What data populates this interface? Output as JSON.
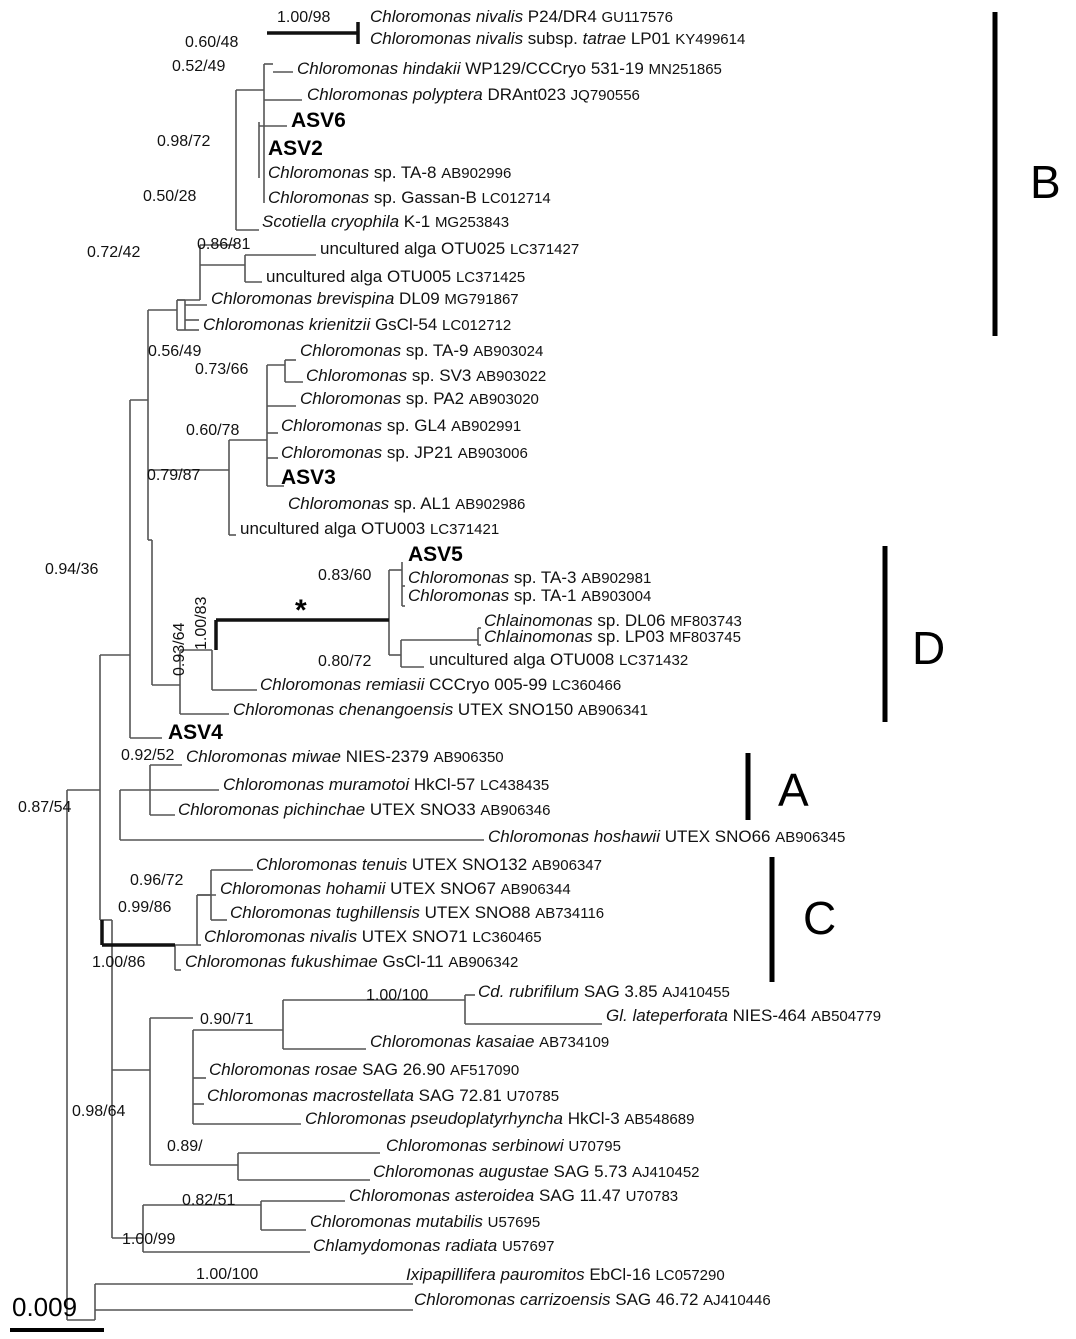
{
  "taxa": [
    {
      "genus": "Chloromonas",
      "epithet": "nivalis",
      "strain": "P24/DR4",
      "accession": "GU117576"
    },
    {
      "genus": "Chloromonas",
      "epithet": "nivalis",
      "subsp": "subsp.",
      "subsp_epithet": "tatrae",
      "strain": "LP01",
      "accession": "KY499614"
    },
    {
      "genus": "Chloromonas",
      "epithet": "hindakii",
      "strain": "WP129/CCCryo 531-19",
      "accession": "MN251865"
    },
    {
      "genus": "Chloromonas",
      "epithet": "polyptera",
      "strain": "DRAnt023",
      "accession": "JQ790556"
    },
    {
      "asv": "ASV6"
    },
    {
      "asv": "ASV2"
    },
    {
      "genus": "Chloromonas",
      "sp": "sp.",
      "strain": "TA-8",
      "accession": "AB902996"
    },
    {
      "genus": "Chloromonas",
      "sp": "sp.",
      "strain": "Gassan-B",
      "accession": "LC012714"
    },
    {
      "genus": "Scotiella",
      "epithet": "cryophila",
      "strain": "K-1",
      "accession": "MG253843"
    },
    {
      "plain": "uncultured alga OTU025",
      "accession": "LC371427"
    },
    {
      "plain": "uncultured alga OTU005",
      "accession": "LC371425"
    },
    {
      "genus": "Chloromonas",
      "epithet": "brevispina",
      "strain": "DL09",
      "accession": "MG791867"
    },
    {
      "genus": "Chloromonas",
      "epithet": "krienitzii",
      "strain": "GsCl-54",
      "accession": "LC012712"
    },
    {
      "genus": "Chloromonas",
      "sp": "sp.",
      "strain": "TA-9",
      "accession": "AB903024"
    },
    {
      "genus": "Chloromonas",
      "sp": "sp.",
      "strain": "SV3",
      "accession": "AB903022"
    },
    {
      "genus": "Chloromonas",
      "sp": "sp.",
      "strain": "PA2",
      "accession": "AB903020"
    },
    {
      "genus": "Chloromonas",
      "sp": "sp.",
      "strain": "GL4",
      "accession": "AB902991"
    },
    {
      "genus": "Chloromonas",
      "sp": "sp.",
      "strain": "JP21",
      "accession": "AB903006"
    },
    {
      "asv": "ASV3"
    },
    {
      "genus": "Chloromonas",
      "sp": "sp.",
      "strain": "AL1",
      "accession": "AB902986"
    },
    {
      "plain": "uncultured alga OTU003",
      "accession": "LC371421"
    },
    {
      "asv": "ASV5"
    },
    {
      "genus": "Chloromonas",
      "sp": "sp.",
      "strain": "TA-3",
      "accession": "AB902981"
    },
    {
      "genus": "Chloromonas",
      "sp": "sp.",
      "strain": "TA-1",
      "accession": "AB903004"
    },
    {
      "genus": "Chlainomonas",
      "sp": "sp.",
      "strain": "DL06",
      "accession": "MF803743"
    },
    {
      "genus": "Chlainomonas",
      "sp": "sp.",
      "strain": "LP03",
      "accession": "MF803745"
    },
    {
      "plain": "uncultured alga OTU008",
      "accession": "LC371432"
    },
    {
      "genus": "Chloromonas",
      "epithet": "remiasii",
      "strain": "CCCryo 005-99",
      "accession": "LC360466"
    },
    {
      "genus": "Chloromonas",
      "epithet": "chenangoensis",
      "strain": "UTEX SNO150",
      "accession": "AB906341"
    },
    {
      "asv": "ASV4"
    },
    {
      "genus": "Chloromonas",
      "epithet": "miwae",
      "strain": "NIES-2379",
      "accession": "AB906350"
    },
    {
      "genus": "Chloromonas",
      "epithet": "muramotoi",
      "strain": "HkCl-57",
      "accession": "LC438435"
    },
    {
      "genus": "Chloromonas",
      "epithet": "pichinchae",
      "strain": "UTEX SNO33",
      "accession": "AB906346"
    },
    {
      "genus": "Chloromonas",
      "epithet": "hoshawii",
      "strain": "UTEX SNO66",
      "accession": "AB906345"
    },
    {
      "genus": "Chloromonas",
      "epithet": "tenuis",
      "strain": "UTEX SNO132",
      "accession": "AB906347"
    },
    {
      "genus": "Chloromonas",
      "epithet": "hohamii",
      "strain": "UTEX SNO67",
      "accession": "AB906344"
    },
    {
      "genus": "Chloromonas",
      "epithet": "tughillensis",
      "strain": "UTEX SNO88",
      "accession": "AB734116"
    },
    {
      "genus": "Chloromonas",
      "epithet": "nivalis",
      "strain": "UTEX SNO71",
      "accession": "LC360465"
    },
    {
      "genus": "Chloromonas",
      "epithet": "fukushimae",
      "strain": "GsCl-11",
      "accession": "AB906342"
    },
    {
      "genus": "Cd.",
      "epithet": "rubrifilum",
      "strain": "SAG 3.85",
      "accession": "AJ410455"
    },
    {
      "genus": "Gl.",
      "epithet": "lateperforata",
      "strain": "NIES-464",
      "accession": "AB504779"
    },
    {
      "genus": "Chloromonas",
      "epithet": "kasaiae",
      "accession": "AB734109"
    },
    {
      "genus": "Chloromonas",
      "epithet": "rosae",
      "strain": "SAG 26.90",
      "accession": "AF517090"
    },
    {
      "genus": "Chloromonas",
      "epithet": "macrostellata",
      "strain": "SAG 72.81",
      "accession": "U70785"
    },
    {
      "genus": "Chloromonas",
      "epithet": "pseudoplatyrhyncha",
      "strain": "HkCl-3",
      "accession": "AB548689"
    },
    {
      "genus": "Chloromonas",
      "epithet": "serbinowi",
      "accession": "U70795"
    },
    {
      "genus": "Chloromonas",
      "epithet": "augustae",
      "strain": "SAG 5.73",
      "accession": "AJ410452"
    },
    {
      "genus": "Chloromonas",
      "epithet": "asteroidea",
      "strain": "SAG 11.47",
      "accession": "U70783"
    },
    {
      "genus": "Chloromonas",
      "epithet": "mutabilis",
      "accession": "U57695"
    },
    {
      "genus": "Chlamydomonas",
      "epithet": "radiata",
      "accession": "U57697"
    },
    {
      "genus": "Ixipapillifera",
      "epithet": "pauromitos",
      "strain": "EbCl-16",
      "accession": "LC057290"
    },
    {
      "genus": "Chloromonas",
      "epithet": "carrizoensis",
      "strain": "SAG 46.72",
      "accession": "AJ410446"
    }
  ],
  "supports": [
    "1.00/98",
    "0.60/48",
    "0.52/49",
    "0.98/72",
    "0.50/28",
    "0.86/81",
    "0.72/42",
    "0.56/49",
    "0.73/66",
    "0.60/78",
    "0.79/87",
    "0.94/36",
    "0.83/60",
    "1.00/83",
    "0.93/64",
    "0.80/72",
    "0.92/52",
    "0.87/54",
    "0.96/72",
    "0.99/86",
    "1.00/86",
    "1.00/100",
    "0.90/71",
    "0.98/64",
    "0.89/",
    "0.82/51",
    "1.00/99",
    "1.00/100"
  ],
  "star_mark": "*",
  "clades": [
    "B",
    "D",
    "A",
    "C"
  ],
  "scale_bar": {
    "label": "0.009",
    "value": 0.009
  }
}
